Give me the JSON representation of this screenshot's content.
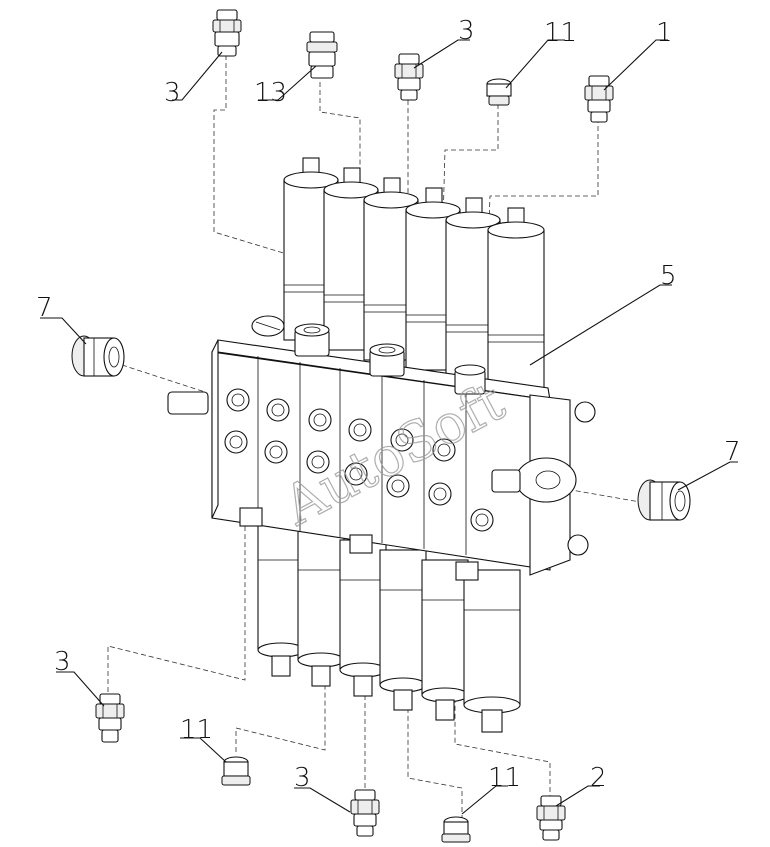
{
  "callouts": [
    {
      "id": "c1",
      "text": "3"
    },
    {
      "id": "c2",
      "text": "13"
    },
    {
      "id": "c3",
      "text": "3"
    },
    {
      "id": "c4",
      "text": "11"
    },
    {
      "id": "c5",
      "text": "1"
    },
    {
      "id": "c6",
      "text": "7"
    },
    {
      "id": "c7",
      "text": "5"
    },
    {
      "id": "c8",
      "text": "7"
    },
    {
      "id": "c9",
      "text": "3"
    },
    {
      "id": "c10",
      "text": "11"
    },
    {
      "id": "c11",
      "text": "3"
    },
    {
      "id": "c12",
      "text": "11"
    },
    {
      "id": "c13",
      "text": "2"
    }
  ],
  "watermark": "AutoSoft"
}
